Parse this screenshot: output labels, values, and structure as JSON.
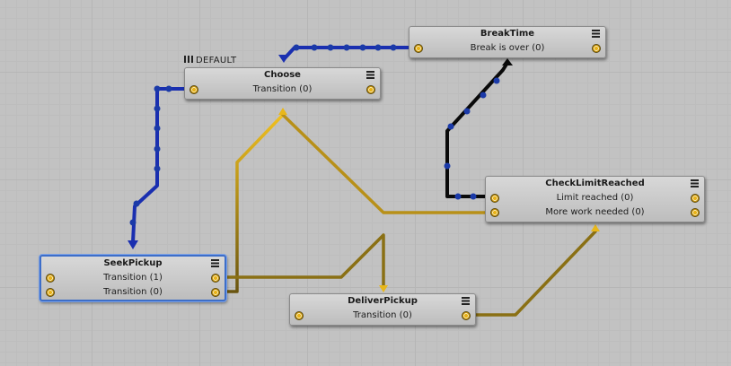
{
  "default_label": "DEFAULT",
  "nodes": {
    "breaktime": {
      "title": "BreakTime",
      "rows": [
        "Break is over (0)"
      ]
    },
    "choose": {
      "title": "Choose",
      "rows": [
        "Transition (0)"
      ]
    },
    "checklimit": {
      "title": "CheckLimitReached",
      "rows": [
        "Limit reached (0)",
        "More work needed (0)"
      ]
    },
    "seekpickup": {
      "title": "SeekPickup",
      "rows": [
        "Transition (1)",
        "Transition (0)"
      ]
    },
    "deliverpickup": {
      "title": "DeliverPickup",
      "rows": [
        "Transition (0)"
      ]
    }
  },
  "colors": {
    "background": "#c2c2c2",
    "active_link": "#1a2fb0",
    "running_link": "#0a0a0a",
    "transition_link": "#e8b71a",
    "selected_border": "#3d6ec9"
  }
}
